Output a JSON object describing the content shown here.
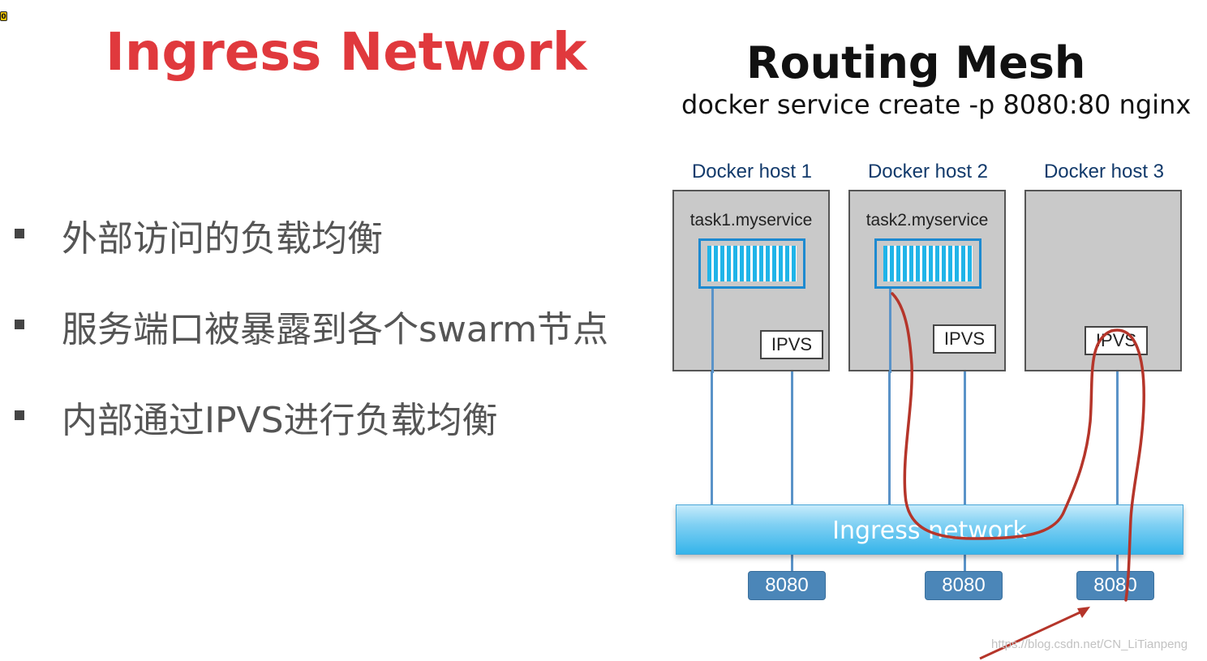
{
  "slide": {
    "title": "Ingress Network",
    "corner_mark": "0"
  },
  "bullets": [
    "外部访问的负载均衡",
    "服务端口被暴露到各个swarm节点",
    "内部通过IPVS进行负载均衡"
  ],
  "routing_mesh": {
    "title": "Routing Mesh",
    "command": "docker service create -p 8080:80 nginx",
    "hosts": [
      {
        "label": "Docker host 1",
        "task": "task1.myservice",
        "ipvs": "IPVS",
        "port": "8080"
      },
      {
        "label": "Docker host 2",
        "task": "task2.myservice",
        "ipvs": "IPVS",
        "port": "8080"
      },
      {
        "label": "Docker host 3",
        "task": "",
        "ipvs": "IPVS",
        "port": "8080"
      }
    ],
    "network_label": "Ingress network"
  },
  "colors": {
    "title_red": "#e0393d",
    "annotation_red": "#b5352a",
    "port_blue": "#4b86b8",
    "host_gray": "#c9c9c9"
  },
  "watermark": "https://blog.csdn.net/CN_LiTianpeng"
}
